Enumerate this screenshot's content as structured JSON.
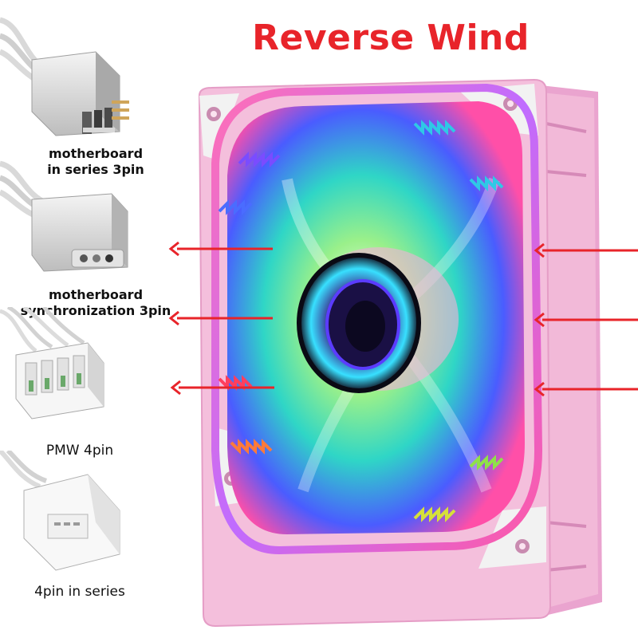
{
  "title": "Reverse Wind",
  "connectors": [
    {
      "label_line1": "motherboard",
      "label_line2": "in series 3pin",
      "icon": "3pin-series-connector-icon"
    },
    {
      "label_line1": "motherboard",
      "label_line2": "synchronization 3pin",
      "icon": "3pin-sync-connector-icon"
    },
    {
      "label_line1": "PMW 4pin",
      "icon": "4pin-pwm-connector-icon"
    },
    {
      "label_line1": "4pin  in series",
      "icon": "4pin-series-connector-icon"
    }
  ],
  "colors": {
    "title": "#e8242a",
    "arrow": "#e8242a",
    "fan_frame": "#f2b9d8"
  }
}
